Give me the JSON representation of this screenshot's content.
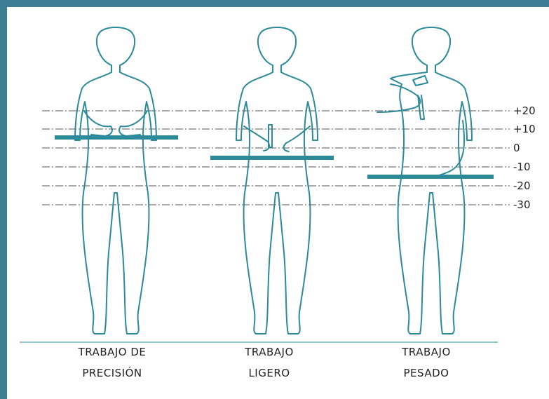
{
  "colors": {
    "frame": "#3d7e95",
    "figure_stroke": "#2d8a99",
    "bench": "#2d8a99",
    "reference_line": "#555555",
    "text": "#222222"
  },
  "scale": {
    "levels": [
      "+20",
      "+10",
      "0",
      "-10",
      "-20",
      "-30"
    ]
  },
  "figures": [
    {
      "label_line1": "TRABAJO  DE",
      "label_line2": "PRECISIÓN",
      "tool": "none",
      "arm_pose": "hands-on-bench"
    },
    {
      "label_line1": "TRABAJO",
      "label_line2": "LIGERO",
      "tool": "screwdriver-icon",
      "arm_pose": "hands-on-bench"
    },
    {
      "label_line1": "TRABAJO",
      "label_line2": "PESADO",
      "tool": "hammer-icon",
      "arm_pose": "one-arm-raised"
    }
  ]
}
